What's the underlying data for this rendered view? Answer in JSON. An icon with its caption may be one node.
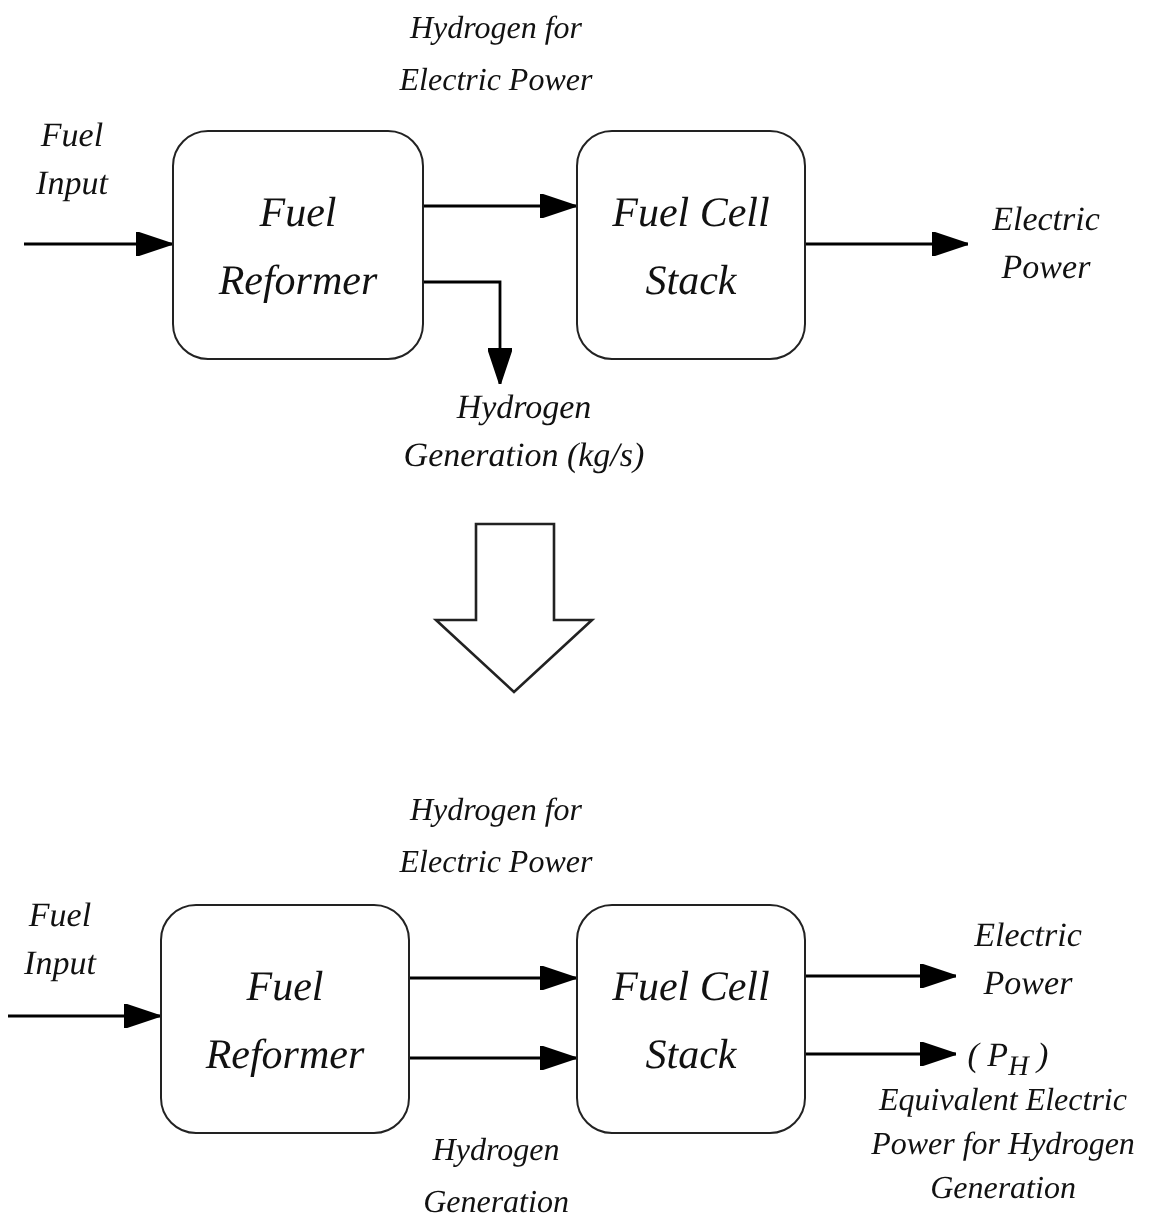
{
  "diagram": {
    "nodes": [
      {
        "text": [
          "Fuel Input"
        ]
      },
      {
        "text": [
          "Fuel Reformer"
        ]
      },
      {
        "text": [
          "Fuel Cell Stack"
        ]
      },
      {
        "text": [
          "Electric Power"
        ]
      },
      {
        "text": [
          "Hydrogen Generation (kg/s)"
        ]
      },
      {
        "text": [
          "Fuel Input"
        ]
      },
      {
        "text": [
          "Fuel Reformer"
        ]
      },
      {
        "text": [
          "Fuel Cell Stack"
        ]
      },
      {
        "text": [
          "Electric Power"
        ]
      },
      {
        "text": [
          "( P$_{H}$ )"
        ],
        "beside": [
          "Equivalent Electric Power for Hydrogen Generation"
        ]
      }
    ],
    "edges": [
      {
        "from": 0,
        "to": 1,
        "arrow": "to"
      },
      {
        "from": 1,
        "to": 2,
        "arrow": "to",
        "label": "Hydrogen for Electric Power"
      },
      {
        "from": 2,
        "to": 3,
        "arrow": "to"
      },
      {
        "from": 1,
        "to": 4,
        "arrow": "to"
      },
      {
        "from": 5,
        "to": 6,
        "arrow": "to"
      },
      {
        "from": 6,
        "to": 7,
        "arrow": "to",
        "label": "Hydrogen for Electric Power"
      },
      {
        "from": 6,
        "to": 7,
        "arrow": "to",
        "label": "Hydrogen Generation"
      },
      {
        "from": 7,
        "to": 8,
        "arrow": "to"
      },
      {
        "from": 7,
        "to": 9,
        "arrow": "to"
      }
    ]
  }
}
